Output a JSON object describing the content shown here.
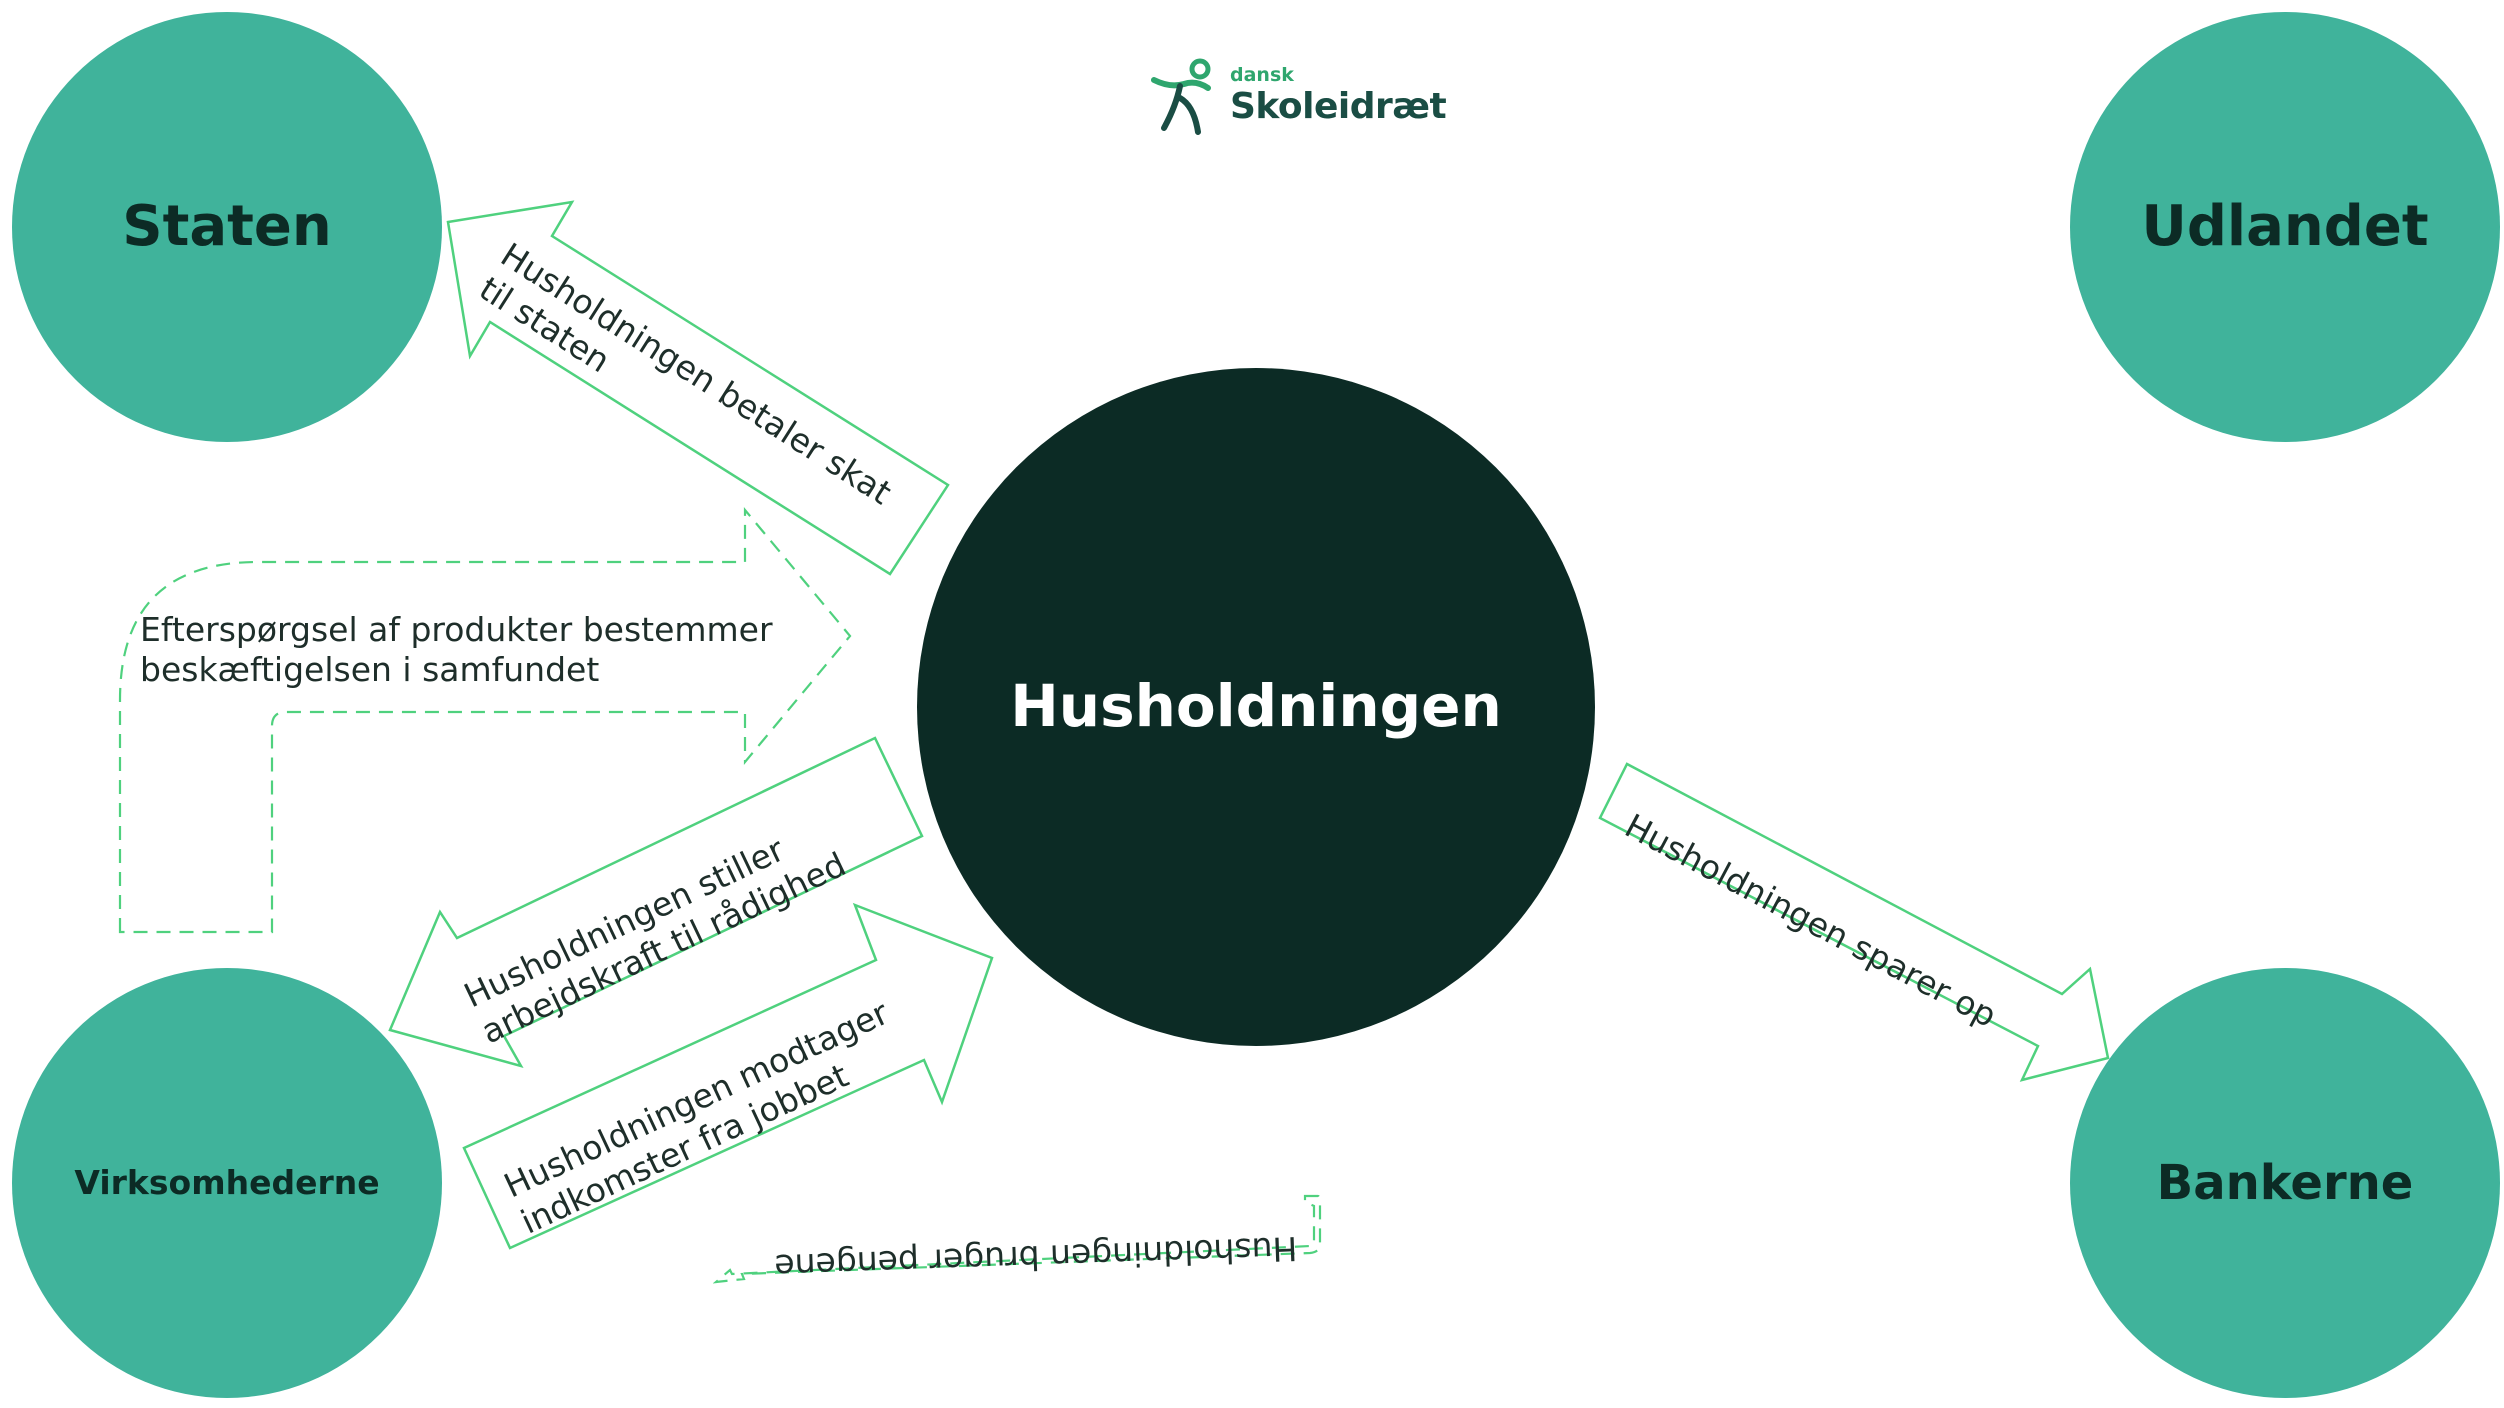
{
  "logo": {
    "small": "dansk",
    "big": "Skoleidræt",
    "figure_icon": "running-figure-icon",
    "colors": {
      "green": "#2fa66e",
      "dark": "#1a4d44"
    }
  },
  "nodes": {
    "center": {
      "label": "Husholdningen"
    },
    "staten": {
      "label": "Staten"
    },
    "udlandet": {
      "label": "Udlandet"
    },
    "virksomhederne": {
      "label": "Virksomhederne"
    },
    "bankerne": {
      "label": "Bankerne"
    }
  },
  "flows": {
    "tax": {
      "line1": "Husholdningen betaler skat",
      "line2": "til staten"
    },
    "demand": {
      "line1": "Efterspørgsel af produkter bestemmer",
      "line2": "beskæftigelsen i samfundet"
    },
    "labor": {
      "line1": "Husholdningen stiller",
      "line2": "arbejdskraft til rådighed"
    },
    "income": {
      "line1": "Husholdningen modtager",
      "line2": "indkomster fra jobbet"
    },
    "spending": {
      "line1": "Husholdningen bruger pengene"
    },
    "savings": {
      "line1": "Husholdningen sparer op"
    }
  },
  "colors": {
    "outer_node": "#40b39b",
    "center_node": "#0c2b25",
    "node_text": "#0c2b25",
    "center_text": "#ffffff",
    "arrow_stroke": "#4fd17e",
    "arrow_text": "#1e2e2a"
  }
}
